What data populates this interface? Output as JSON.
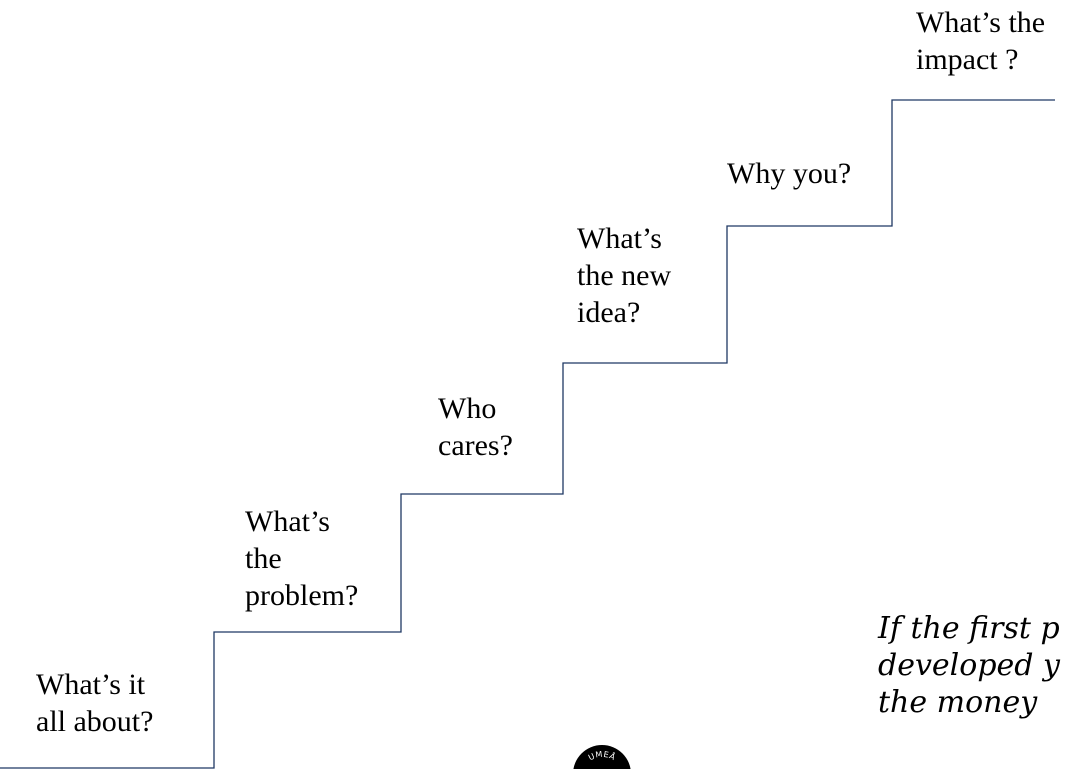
{
  "colors": {
    "stair_line": "#1f3864",
    "text": "#000000",
    "seal": "#000000"
  },
  "steps": [
    {
      "label": "What’s it\nall about?"
    },
    {
      "label": "What’s\nthe\nproblem?"
    },
    {
      "label": "Who\ncares?"
    },
    {
      "label": "What’s\nthe new\nidea?"
    },
    {
      "label": "Why you?"
    },
    {
      "label": "What’s the\nimpact ?"
    }
  ],
  "footnote": "If the first p\ndeveloped y\nthe money",
  "seal": {
    "text": "UMEÅ",
    "icon": "university-seal-icon"
  }
}
